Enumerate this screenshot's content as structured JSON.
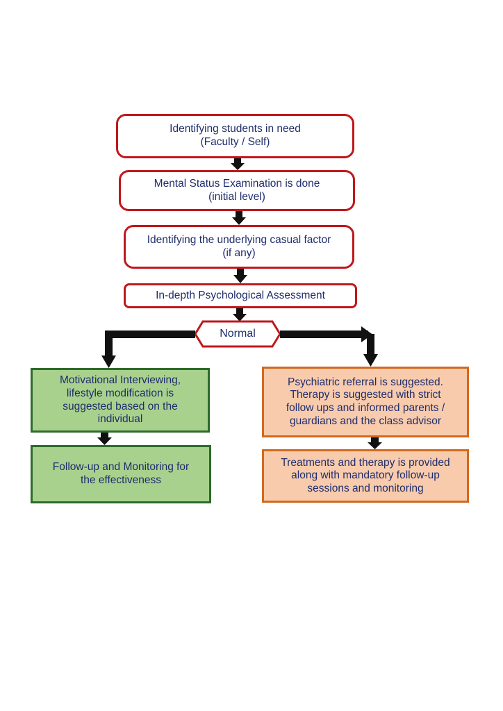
{
  "colors": {
    "text": "#1f2d6b",
    "red_border": "#c0171c",
    "green_fill": "#a9d18e",
    "green_border": "#2d6a2b",
    "orange_fill": "#f8cbad",
    "orange_border": "#d2691e",
    "arrow": "#111111"
  },
  "steps": {
    "identify": {
      "line1": "Identifying students in need",
      "line2": "(Faculty / Self)"
    },
    "mse": {
      "line1": "Mental Status Examination is done",
      "line2": "(initial level)"
    },
    "cause": {
      "line1": "Identifying the underlying casual factor",
      "line2": "(if any)"
    },
    "assessment": {
      "line1": "In-depth Psychological Assessment"
    }
  },
  "decision": {
    "label": "Normal"
  },
  "left_branch": {
    "motivational": {
      "line1": "Motivational Interviewing,",
      "line2": "lifestyle modification is",
      "line3": "suggested based on the",
      "line4": "individual"
    },
    "followup": {
      "line1": "Follow-up and Monitoring for",
      "line2": "the effectiveness"
    }
  },
  "right_branch": {
    "referral": {
      "line1": "Psychiatric referral is suggested.",
      "line2": "Therapy is suggested with strict",
      "line3": "follow ups and informed parents /",
      "line4": "guardians and the class advisor"
    },
    "treatment": {
      "line1": "Treatments and therapy is provided",
      "line2": "along with mandatory follow-up",
      "line3": "sessions and monitoring"
    }
  }
}
